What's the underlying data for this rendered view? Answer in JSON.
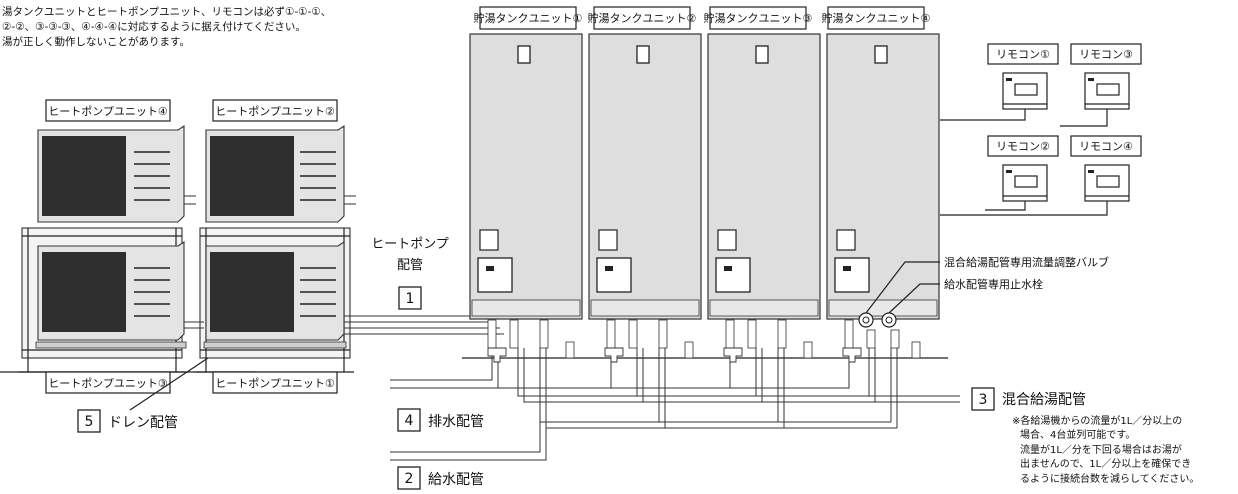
{
  "notice": {
    "lines": [
      "湯タンクユニットとヒートポンプユニット、リモコンは必ず①-①-①、",
      "②-②、③-③-③、④-④-④に対応するように据え付けてください。",
      "湯が正しく動作しないことがあります。"
    ]
  },
  "tanks": [
    {
      "label": "貯湯タンクユニット①"
    },
    {
      "label": "貯湯タンクユニット②"
    },
    {
      "label": "貯湯タンクユニット③"
    },
    {
      "label": "貯湯タンクユニット④"
    }
  ],
  "remotes": [
    {
      "label": "リモコン①"
    },
    {
      "label": "リモコン③"
    },
    {
      "label": "リモコン②"
    },
    {
      "label": "リモコン④"
    }
  ],
  "heat_pumps": {
    "upper_left": "ヒートポンプユニット④",
    "upper_right": "ヒートポンプユニット②",
    "lower_left": "ヒートポンプユニット③",
    "lower_right": "ヒートポンプユニット①"
  },
  "callouts": {
    "hp_pipe_line1": "ヒートポンプ",
    "hp_pipe_line2": "配管",
    "hp_pipe_num": "1",
    "valve": "混合給湯配管専用流量調整バルブ",
    "stop_valve": "給水配管専用止水栓",
    "drain_num": "5",
    "drain": "ドレン配管",
    "drainage_num": "4",
    "drainage": "排水配管",
    "supply_num": "2",
    "supply": "給水配管",
    "mixed_num": "3",
    "mixed": "混合給湯配管"
  },
  "footnote": {
    "lines": [
      "※各給湯機からの流量が1L／分以上の",
      "場合、4台並列可能です。",
      "流量が1L／分を下回る場合はお湯が",
      "出ませんので、1L／分以上を確保でき",
      "るように接続台数を減らしてください。"
    ]
  }
}
